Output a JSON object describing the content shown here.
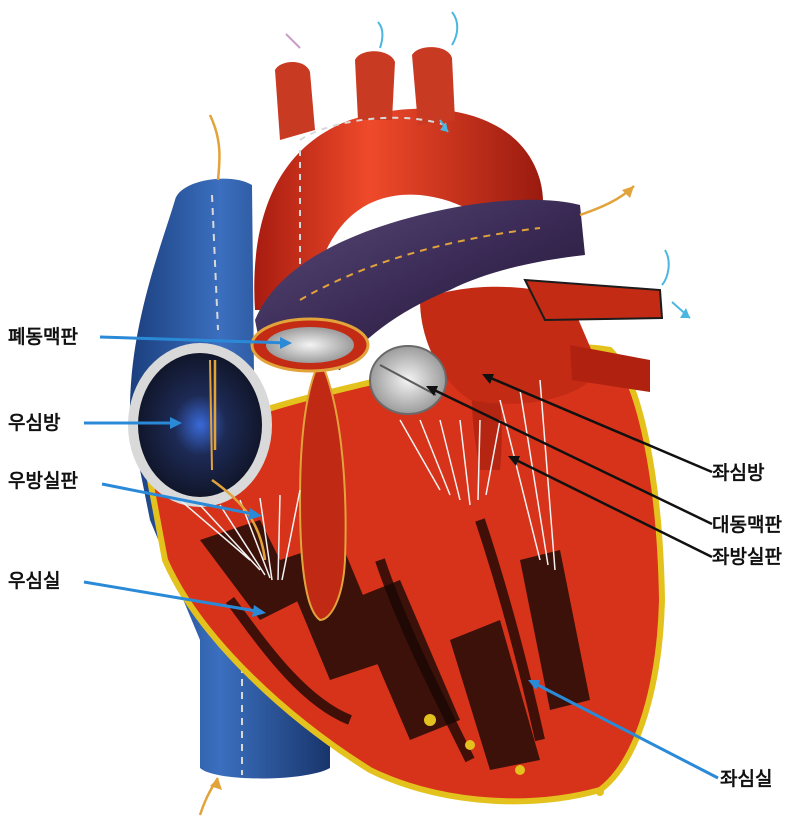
{
  "diagram": {
    "labels": {
      "pulmonary_valve": "폐동맥판",
      "right_atrium": "우심방",
      "tricuspid_valve": "우방실판",
      "right_ventricle": "우심실",
      "left_atrium": "좌심방",
      "aortic_valve": "대동맥판",
      "mitral_valve": "좌방실판",
      "left_ventricle": "좌심실"
    },
    "colors": {
      "muscle": "#d7321a",
      "muscle_dark": "#2a0d08",
      "vena_cava": "#27579e",
      "pulmonary_artery": "#3a2a55",
      "fat": "#e4c21e",
      "blood_flow_arrow": "#e2a33a",
      "oxygenated_arrow": "#4bb6df",
      "leader_blue": "#2b8ad8",
      "leader_black": "#111111"
    }
  }
}
